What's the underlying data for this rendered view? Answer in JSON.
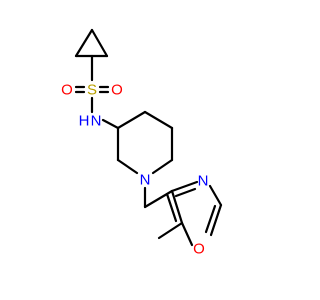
{
  "structure": {
    "atoms": {
      "sulfur": {
        "label": "S",
        "color": "#B8A000"
      },
      "oxygen_left": {
        "label": "O",
        "color": "#FF0000"
      },
      "oxygen_right": {
        "label": "O",
        "color": "#FF0000"
      },
      "amide_n": {
        "label": "N",
        "color": "#0000FF"
      },
      "amide_h": {
        "label": "H",
        "color": "#0000FF"
      },
      "piperidine_n": {
        "label": "N",
        "color": "#0000FF"
      },
      "oxazole_n": {
        "label": "N",
        "color": "#0000FF"
      },
      "oxazole_o": {
        "label": "O",
        "color": "#FF0000"
      }
    },
    "bond_color": "#000000"
  }
}
